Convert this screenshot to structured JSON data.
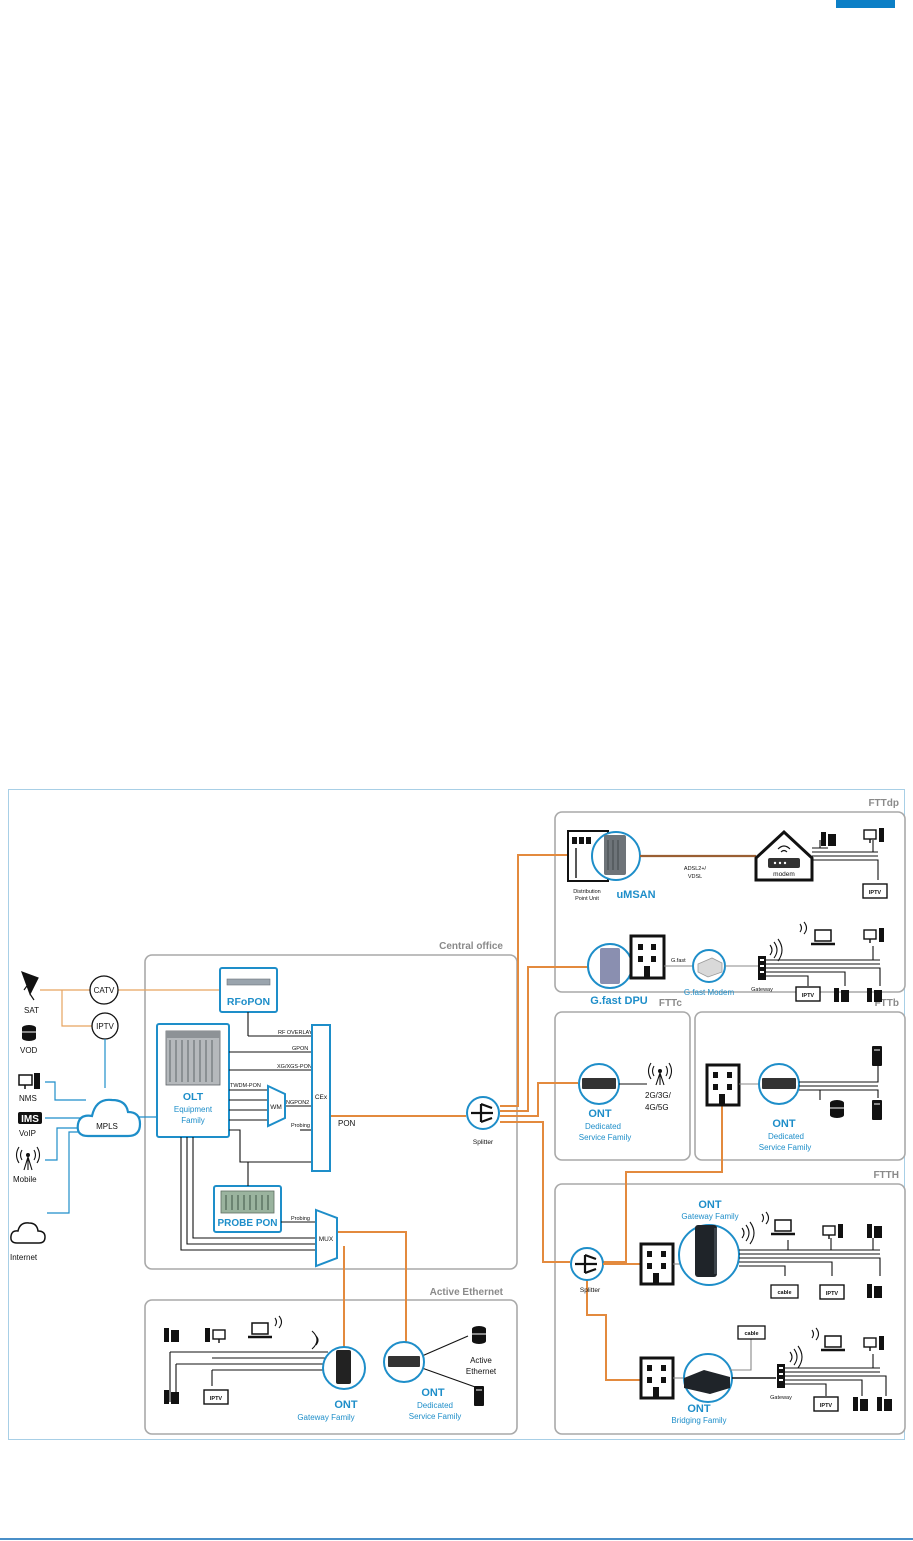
{
  "zones": {
    "central_office": "Central office",
    "active_ethernet": "Active Ethernet",
    "fttdp": "FTTdp",
    "fttc": "FTTc",
    "fttb": "FTTb",
    "ftth": "FTTH"
  },
  "sources": {
    "sat": "SAT",
    "vod": "VOD",
    "nms": "NMS",
    "voip": "VoIP",
    "ims": "IMS",
    "mobile": "Mobile",
    "internet": "Internet",
    "catv": "CATV",
    "iptv": "IPTV",
    "mpls": "MPLS"
  },
  "central": {
    "rfopon": "RFoPON",
    "olt_line1": "OLT",
    "olt_line2": "Equipment",
    "olt_line3": "Family",
    "probe_pon": "PROBE PON",
    "rf_overlay": "RF OVERLAY",
    "gpon": "GPON",
    "xg_xgs_pon": "XG/XGS-PON",
    "twdm_pon": "TWDM-PON",
    "ngpon2": "NGPON2",
    "wm": "WM",
    "probing1": "Probing",
    "probing2": "Probing",
    "cex": "CEx",
    "pon": "PON",
    "mux": "MUX",
    "splitter": "Splitter"
  },
  "fttdp": {
    "dpu_line1": "Distribution",
    "dpu_line2": "Point Unit",
    "umsan": "uMSAN",
    "adsl1": "ADSL2+/",
    "adsl2": "VDSL",
    "modem": "modem",
    "iptv": "IPTV",
    "gfast_dpu": "G.fast DPU",
    "gfast": "G.fast",
    "gfast_modem": "G.fast Modem",
    "gateway": "Gateway",
    "iptv2": "IPTV"
  },
  "fttc": {
    "ont": "ONT",
    "family1": "Dedicated",
    "family2": "Service Family",
    "radio1": "2G/3G/",
    "radio2": "4G/5G"
  },
  "fttb": {
    "ont": "ONT",
    "family1": "Dedicated",
    "family2": "Service Family"
  },
  "ftth": {
    "ont1": "ONT",
    "ont1_family": "Gateway Family",
    "cable1": "cable",
    "iptv": "IPTV",
    "splitter": "Splitter",
    "cable2": "cable",
    "gateway": "Gateway",
    "iptv2": "IPTV",
    "ont2": "ONT",
    "ont2_family": "Bridging Family"
  },
  "active_ethernet": {
    "iptv": "IPTV",
    "ont1": "ONT",
    "ont1_family": "Gateway Family",
    "ont2": "ONT",
    "ont2_family1": "Dedicated",
    "ont2_family2": "Service Family",
    "active1": "Active",
    "active2": "Ethernet"
  },
  "colors": {
    "accent_blue": "#1e8ec9",
    "fiber_orange": "#e38a3e",
    "copper_brown": "#9a5f33",
    "zone_border": "#a9a9a9"
  }
}
